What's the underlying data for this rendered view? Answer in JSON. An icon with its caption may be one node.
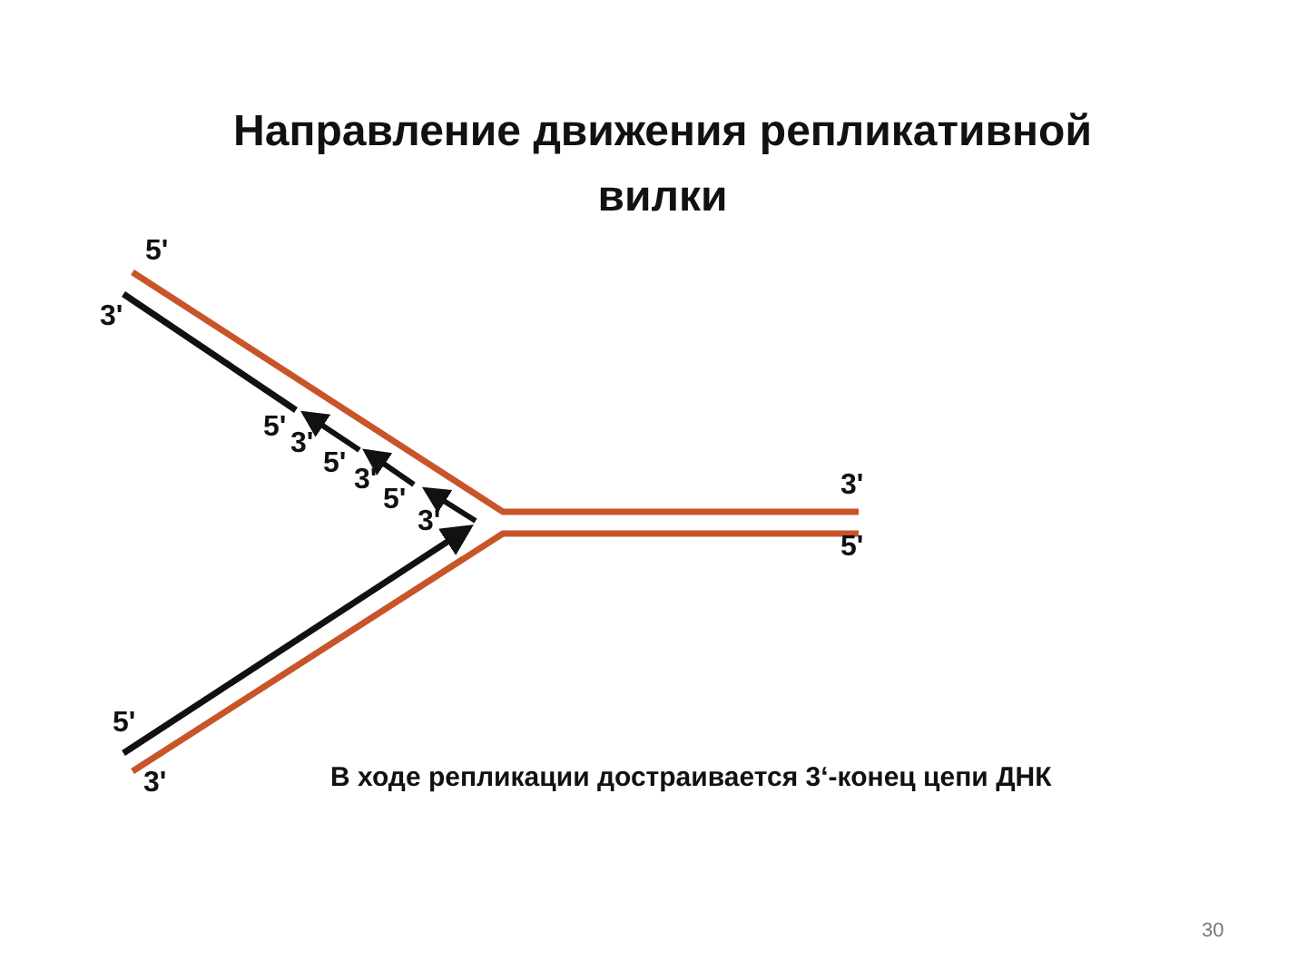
{
  "diagram": {
    "title": "Направление движения репликативной вилки",
    "caption": "В ходе репликации достраивается 3‘-конец цепи ДНК",
    "labels": [
      "5'",
      "3'",
      "5'",
      "3'",
      "5'",
      "3'",
      "5'",
      "3'",
      "3'",
      "5'",
      "5'",
      "3'",
      "30"
    ]
  }
}
